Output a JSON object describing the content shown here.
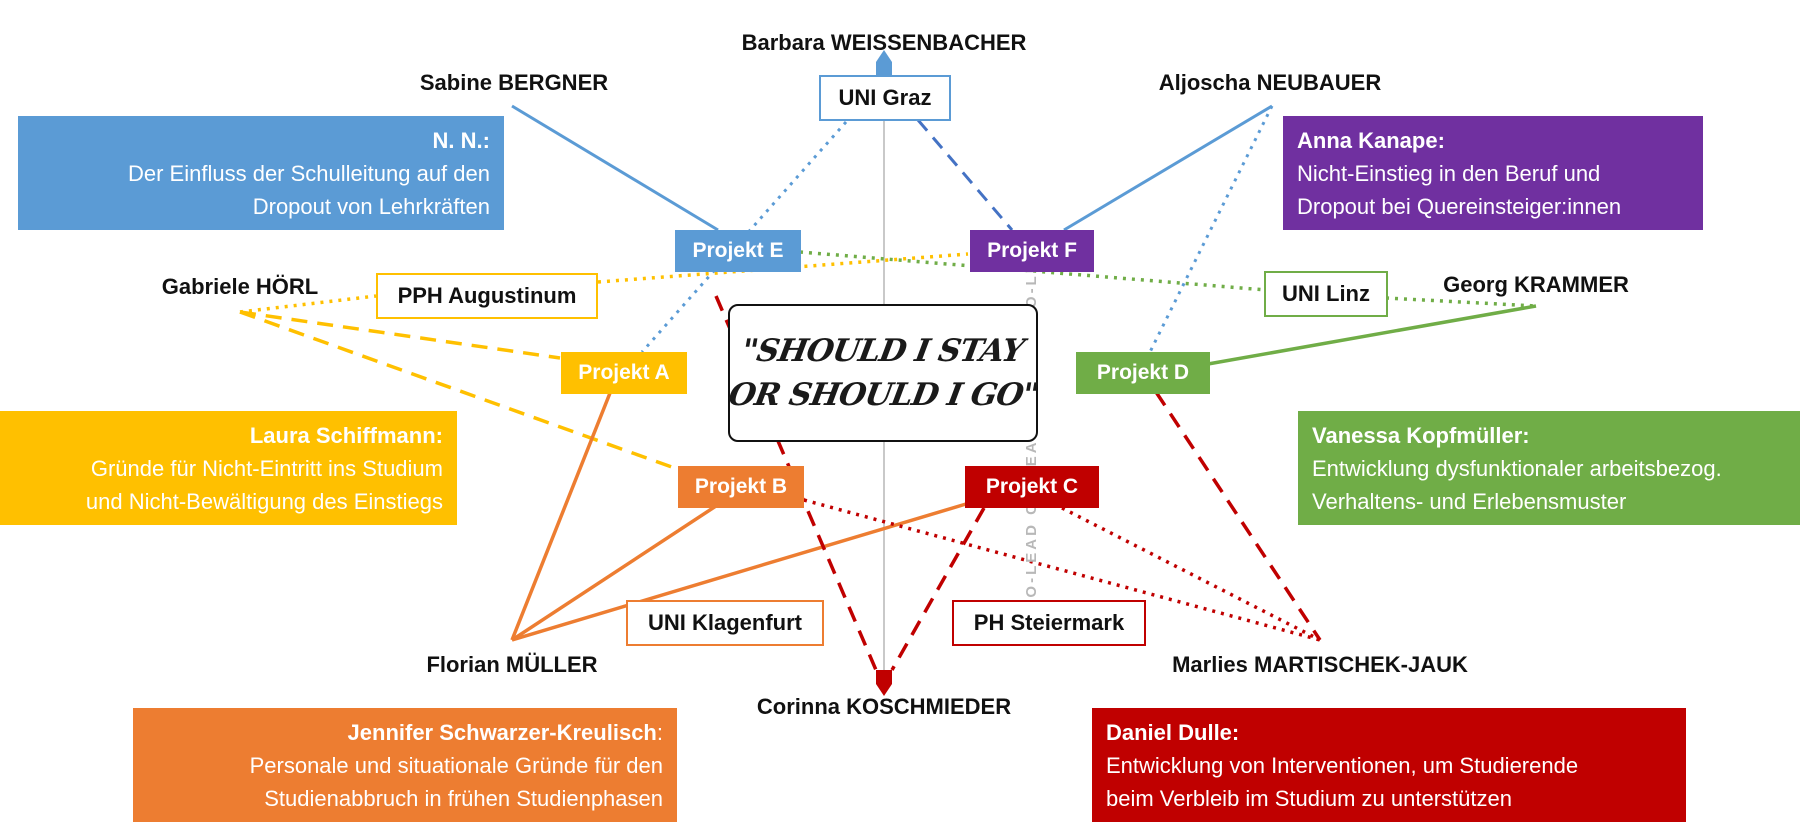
{
  "colors": {
    "blue": "#5b9bd5",
    "purple": "#7030a0",
    "yellow": "#ffc000",
    "orange": "#ed7d31",
    "red": "#c00000",
    "green": "#70ad47",
    "lead_text": "#111111"
  },
  "people": {
    "weissenbacher": "Barbara WEISSENBACHER",
    "bergner": "Sabine BERGNER",
    "neubauer": "Aljoscha NEUBAUER",
    "hoerl": "Gabriele HÖRL",
    "krammer": "Georg KRAMMER",
    "mueller": "Florian MÜLLER",
    "martischek": "Marlies MARTISCHEK-JAUK",
    "koschmieder": "Corinna KOSCHMIEDER"
  },
  "institutions": {
    "graz": "UNI Graz",
    "augustinum": "PPH Augustinum",
    "linz": "UNI Linz",
    "klagenfurt": "UNI Klagenfurt",
    "steiermark": "PH Steiermark"
  },
  "projects": {
    "a": "Projekt A",
    "b": "Projekt B",
    "c": "Projekt C",
    "d": "Projekt D",
    "e": "Projekt E",
    "f": "Projekt F"
  },
  "panels": {
    "nn": {
      "title": "N. N.:",
      "lines": [
        "Der Einfluss der Schulleitung auf den",
        "Dropout von Lehrkräften"
      ]
    },
    "kanape": {
      "title": "Anna Kanape:",
      "lines": [
        "Nicht-Einstieg in den Beruf und",
        "Dropout bei Quereinsteiger:innen"
      ]
    },
    "schiffmann": {
      "title": "Laura Schiffmann:",
      "lines": [
        "Gründe für Nicht-Eintritt ins Studium",
        "und Nicht-Bewältigung des Einstiegs"
      ]
    },
    "kopfmueller": {
      "title": "Vanessa Kopfmüller:",
      "lines": [
        "Entwicklung dysfunktionaler arbeitsbezog.",
        "Verhaltens- und Erlebensmuster"
      ]
    },
    "schwarzer": {
      "title": "Jennifer Schwarzer-Kreulisch",
      "title_suffix": ":",
      "lines": [
        "Personale und situationale Gründe für den",
        "Studienabbruch in frühen Studienphasen"
      ]
    },
    "dulle": {
      "title": "Daniel Dulle:",
      "lines": [
        "Entwicklung von Interventionen, um Studierende",
        "beim Verbleib im Studium zu unterstützen"
      ]
    }
  },
  "center": {
    "line1": "\"SHOULD I STAY",
    "line2": "OR SHOULD I GO\""
  },
  "co_lead": "CO-LEAD CO-LEAD CO-LEAD CO-LEAD"
}
